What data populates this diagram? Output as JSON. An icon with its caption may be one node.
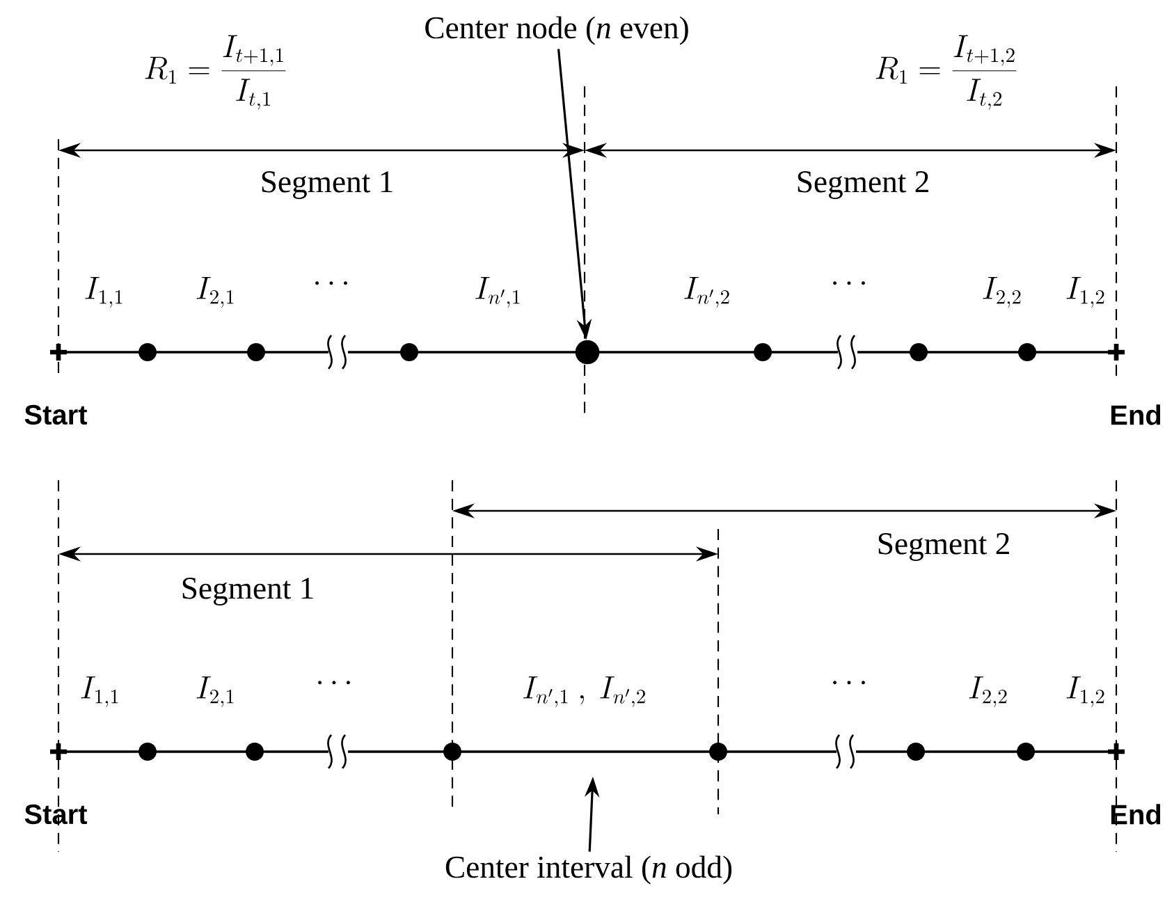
{
  "diagram": {
    "nodes": [
      {
        "text": [
          "Center node (*n* even)"
        ]
      },
      {
        "text": [],
        "shape": "circle"
      },
      {
        "text": [
          "Center interval (*n* odd)"
        ]
      }
    ],
    "edges": [
      {
        "from": 0,
        "to": 1,
        "arrow": "to"
      },
      {
        "from": 2,
        "to": null,
        "arrow": "to"
      }
    ],
    "labels": [
      "R_1 = \\frac{I_{t+1,1}}{I_{t,1}}",
      "R_1 = \\frac{I_{t+1,2}}{I_{t,2}}",
      "Segment 1",
      "Segment 2",
      "I_{1,1}",
      "I_{2,1}",
      "\\cdots",
      "I_{n',1}",
      "I_{n',2}",
      "\\cdots",
      "I_{2,2}",
      "I_{1,2}",
      "Start",
      "End",
      "Segment 2",
      "Segment 1",
      "I_{1,1}",
      "I_{2,1}",
      "\\cdots",
      "I_{n',1}\\ ,\\ I_{n',2}",
      "\\cdots",
      "I_{2,2}",
      "I_{1,2}",
      "Start",
      "End"
    ]
  }
}
